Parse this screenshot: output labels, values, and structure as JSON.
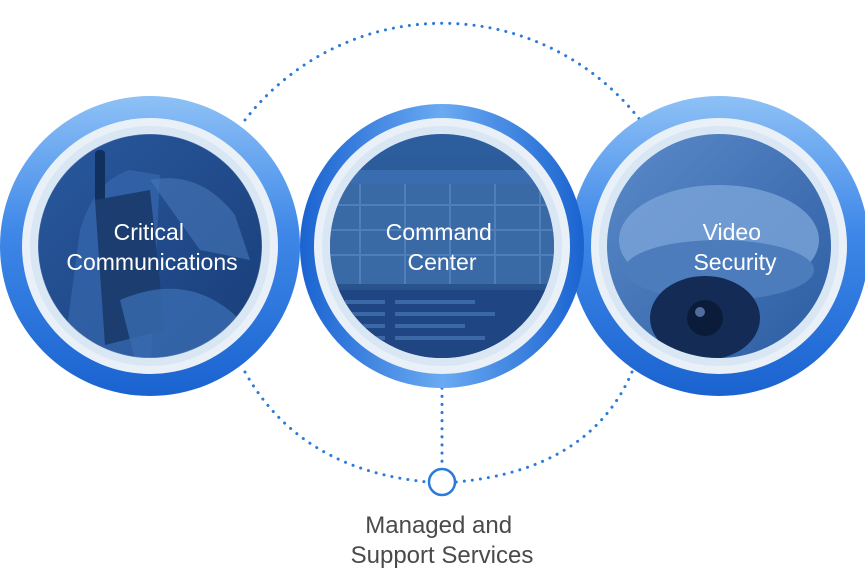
{
  "colors": {
    "ring_outer": "#1f6fdc",
    "ring_mid": "#4a93ec",
    "ring_light": "#8ec1f6",
    "circle_fill_dark": "#1e4a8c",
    "circle_fill_mid": "#2f62a8",
    "dots": "#2b7bd8",
    "label_text": "#ffffff",
    "caption_text": "#4a4a4a"
  },
  "nodes": [
    {
      "id": "critical-communications",
      "label_lines": [
        "Critical",
        "Communications"
      ],
      "image_subject": "handheld-radio-photo"
    },
    {
      "id": "command-center",
      "label_lines": [
        "Command",
        "Center"
      ],
      "image_subject": "monitor-with-map-photo"
    },
    {
      "id": "video-security",
      "label_lines": [
        "Video",
        "Security"
      ],
      "image_subject": "dome-camera-photo"
    }
  ],
  "center_node": {
    "label_lines": [
      "Managed and",
      "Support Services"
    ]
  }
}
